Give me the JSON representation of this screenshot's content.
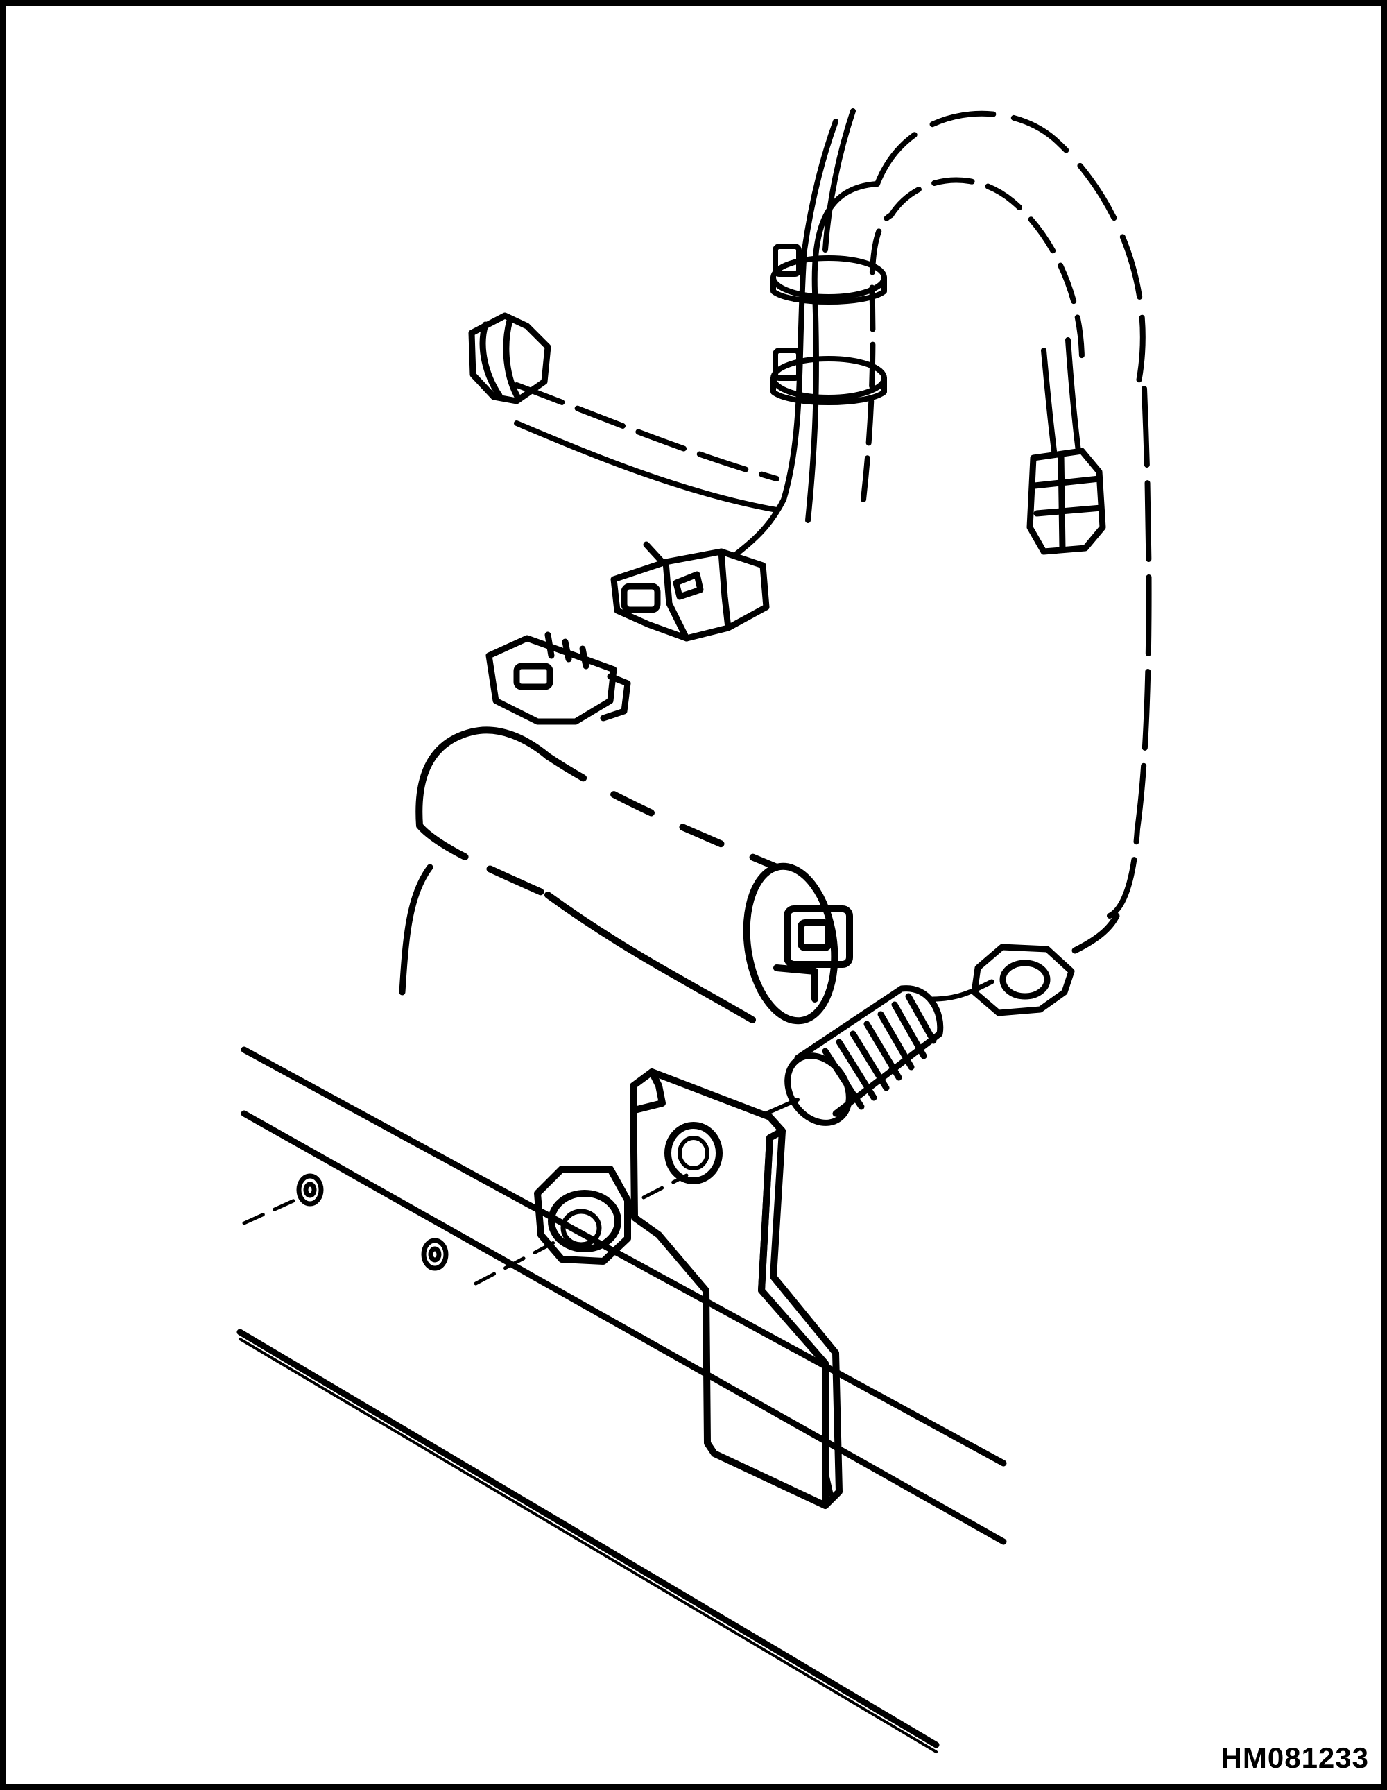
{
  "figure": {
    "id_label": "HM081233"
  },
  "colors": {
    "ink": "#000000",
    "paper": "#ffffff"
  },
  "parts": [
    "brake-line-tube",
    "tube-fitting-nut",
    "tube-clamp-upper",
    "tube-clamp-lower",
    "harness-connector-female",
    "harness-connector-male",
    "sensor-body",
    "hex-nut-upper",
    "threaded-sensor-probe",
    "mounting-bracket",
    "hex-nut-lower",
    "axle-beam"
  ]
}
